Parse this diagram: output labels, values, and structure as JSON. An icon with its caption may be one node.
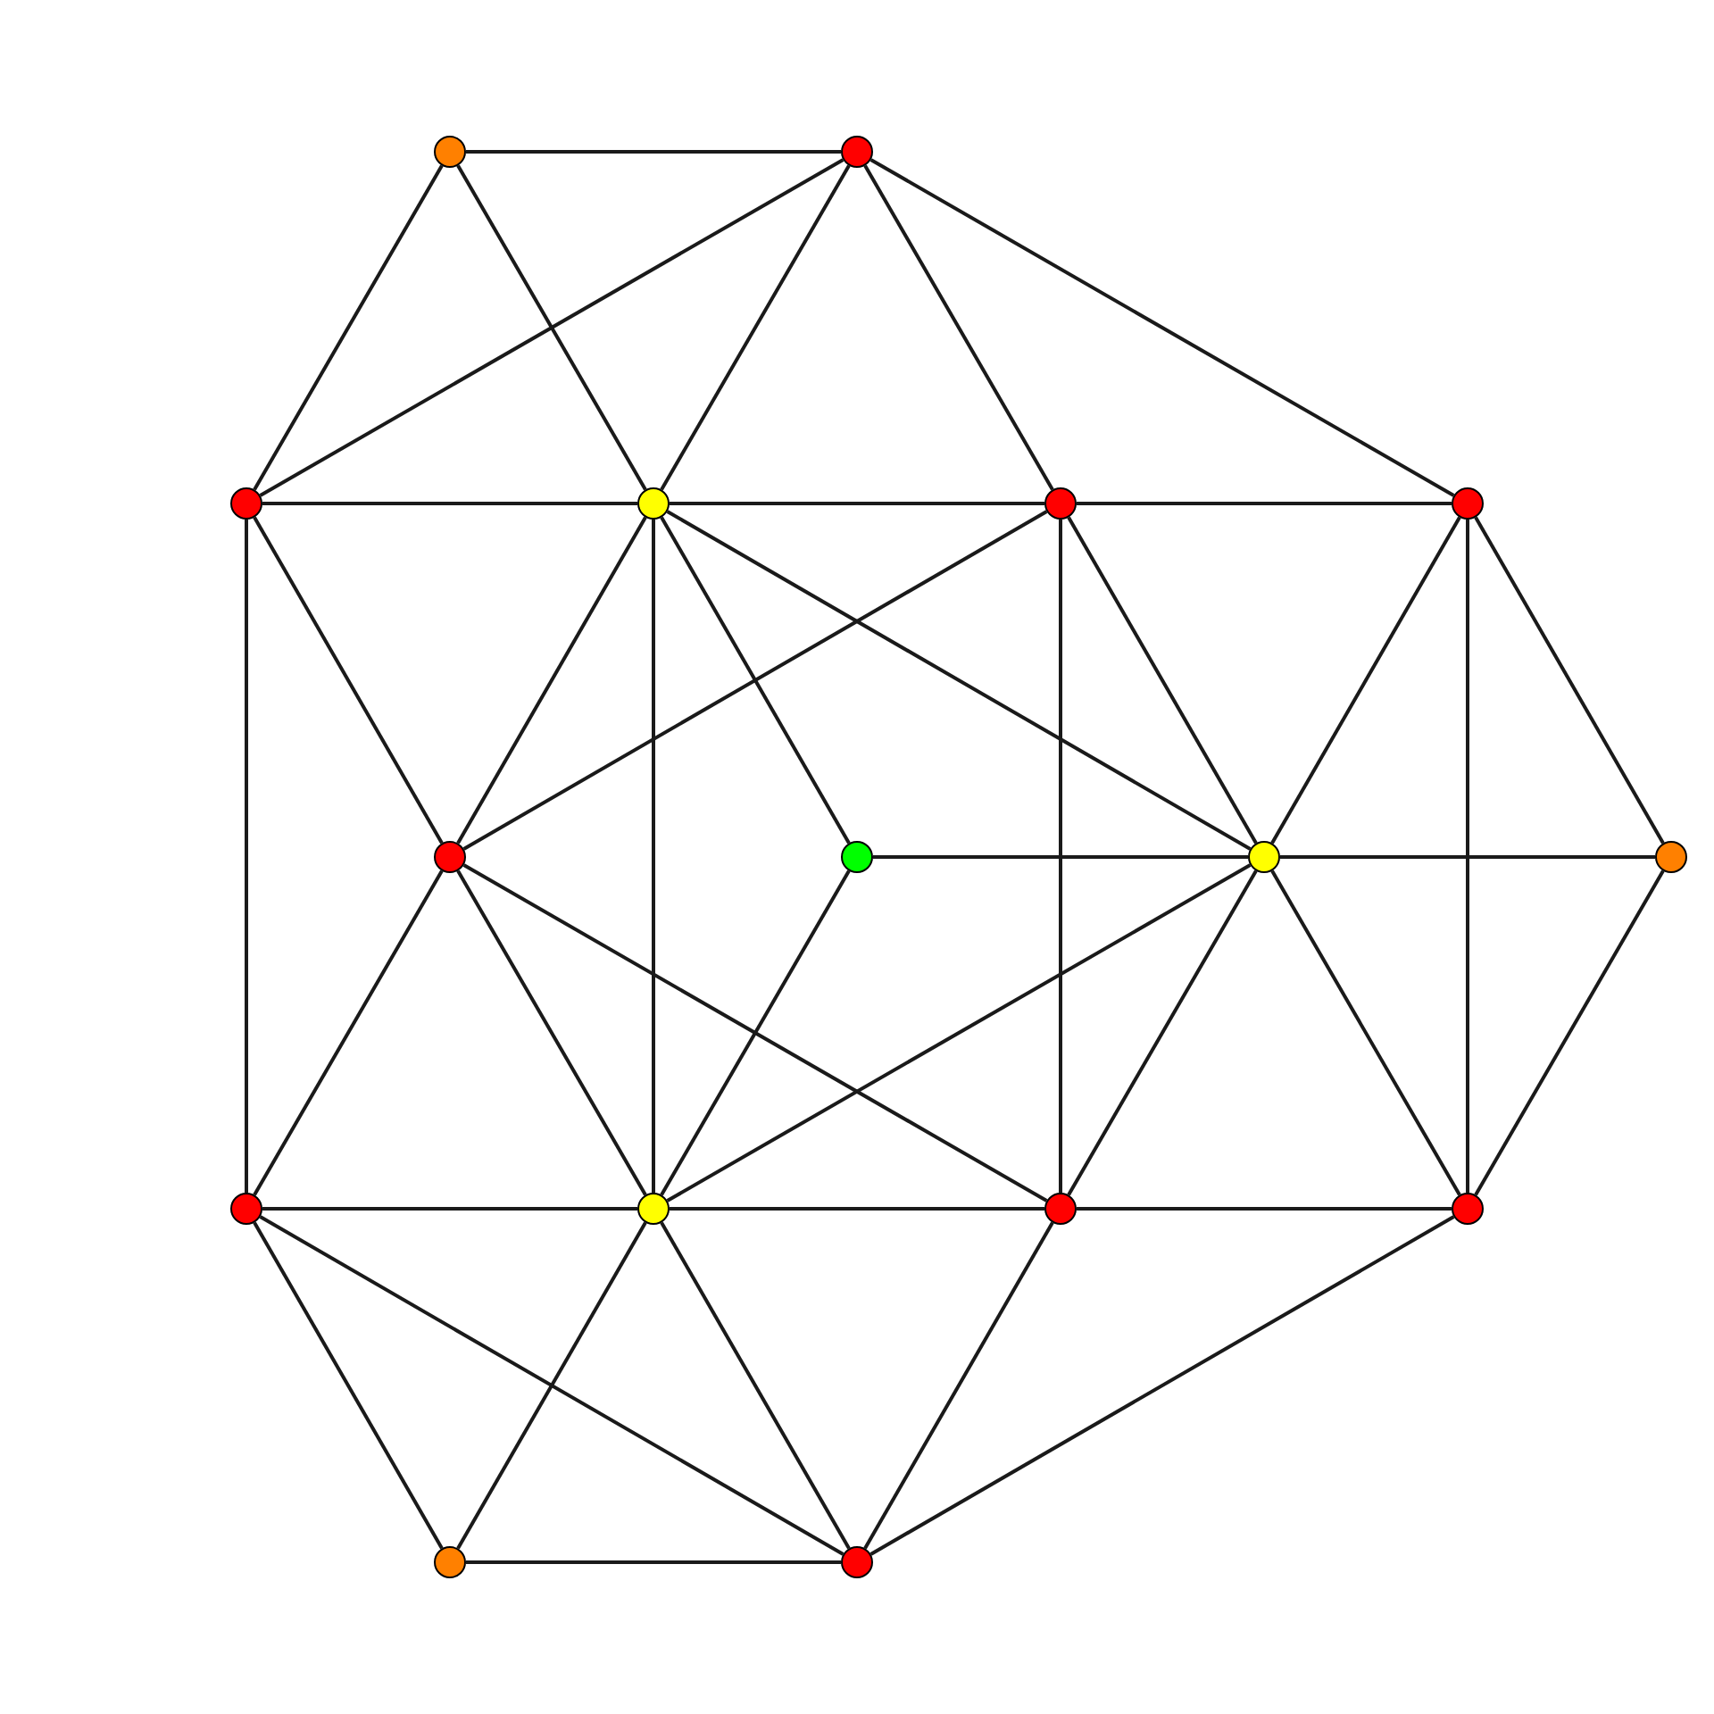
{
  "diagram": {
    "nodes": [
      {
        "text": [],
        "shape": "circle"
      },
      {
        "text": [],
        "shape": "circle"
      },
      {
        "text": [],
        "shape": "circle"
      },
      {
        "text": [],
        "shape": "circle"
      },
      {
        "text": [],
        "shape": "circle"
      },
      {
        "text": [],
        "shape": "circle"
      },
      {
        "text": [],
        "shape": "circle"
      },
      {
        "text": [],
        "shape": "circle"
      },
      {
        "text": [],
        "shape": "circle"
      },
      {
        "text": [],
        "shape": "circle"
      },
      {
        "text": [],
        "shape": "circle"
      },
      {
        "text": [],
        "shape": "circle"
      },
      {
        "text": [],
        "shape": "circle"
      },
      {
        "text": [],
        "shape": "circle"
      },
      {
        "text": [],
        "shape": "circle"
      },
      {
        "text": [],
        "shape": "circle"
      }
    ],
    "edges": [
      {
        "from": 0,
        "to": 1,
        "arrow": "none"
      },
      {
        "from": 0,
        "to": 2,
        "arrow": "none"
      },
      {
        "from": 0,
        "to": 3,
        "arrow": "none"
      },
      {
        "from": 1,
        "to": 2,
        "arrow": "none"
      },
      {
        "from": 1,
        "to": 3,
        "arrow": "none"
      },
      {
        "from": 1,
        "to": 4,
        "arrow": "none"
      },
      {
        "from": 1,
        "to": 5,
        "arrow": "none"
      },
      {
        "from": 2,
        "to": 3,
        "arrow": "none"
      },
      {
        "from": 2,
        "to": 6,
        "arrow": "none"
      },
      {
        "from": 2,
        "to": 10,
        "arrow": "none"
      },
      {
        "from": 3,
        "to": 4,
        "arrow": "none"
      },
      {
        "from": 3,
        "to": 6,
        "arrow": "none"
      },
      {
        "from": 3,
        "to": 11,
        "arrow": "none"
      },
      {
        "from": 3,
        "to": 7,
        "arrow": "none"
      },
      {
        "from": 3,
        "to": 8,
        "arrow": "none"
      },
      {
        "from": 4,
        "to": 5,
        "arrow": "none"
      },
      {
        "from": 4,
        "to": 6,
        "arrow": "none"
      },
      {
        "from": 4,
        "to": 12,
        "arrow": "none"
      },
      {
        "from": 4,
        "to": 8,
        "arrow": "none"
      },
      {
        "from": 5,
        "to": 8,
        "arrow": "none"
      },
      {
        "from": 5,
        "to": 13,
        "arrow": "none"
      },
      {
        "from": 5,
        "to": 9,
        "arrow": "none"
      },
      {
        "from": 6,
        "to": 11,
        "arrow": "none"
      },
      {
        "from": 6,
        "to": 10,
        "arrow": "none"
      },
      {
        "from": 6,
        "to": 12,
        "arrow": "none"
      },
      {
        "from": 7,
        "to": 8,
        "arrow": "none"
      },
      {
        "from": 7,
        "to": 11,
        "arrow": "none"
      },
      {
        "from": 8,
        "to": 9,
        "arrow": "none"
      },
      {
        "from": 8,
        "to": 13,
        "arrow": "none"
      },
      {
        "from": 8,
        "to": 11,
        "arrow": "none"
      },
      {
        "from": 8,
        "to": 12,
        "arrow": "none"
      },
      {
        "from": 9,
        "to": 13,
        "arrow": "none"
      },
      {
        "from": 10,
        "to": 11,
        "arrow": "none"
      },
      {
        "from": 10,
        "to": 14,
        "arrow": "none"
      },
      {
        "from": 10,
        "to": 15,
        "arrow": "none"
      },
      {
        "from": 11,
        "to": 12,
        "arrow": "none"
      },
      {
        "from": 11,
        "to": 14,
        "arrow": "none"
      },
      {
        "from": 11,
        "to": 15,
        "arrow": "none"
      },
      {
        "from": 12,
        "to": 13,
        "arrow": "none"
      },
      {
        "from": 12,
        "to": 15,
        "arrow": "none"
      },
      {
        "from": 13,
        "to": 15,
        "arrow": "none"
      },
      {
        "from": 14,
        "to": 15,
        "arrow": "none"
      }
    ]
  }
}
